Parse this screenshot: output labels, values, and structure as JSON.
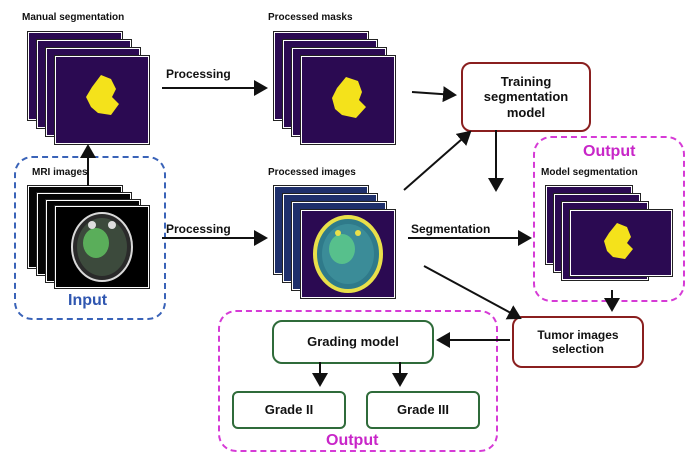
{
  "labels": {
    "manual_segmentation": "Manual segmentation",
    "processed_masks": "Processed masks",
    "mri_images": "MRI images",
    "processed_images": "Processed images",
    "model_segmentation": "Model segmentation",
    "processing_top": "Processing",
    "processing_bottom": "Processing",
    "segmentation": "Segmentation"
  },
  "boxes": {
    "training_model": "Training segmentation model",
    "tumor_selection": "Tumor images selection",
    "grading_model": "Grading model",
    "grade_2": "Grade II",
    "grade_3": "Grade III"
  },
  "groups": {
    "input": "Input",
    "output_top": "Output",
    "output_bottom": "Output"
  },
  "colors": {
    "input_border": "#3a63b8",
    "output_border": "#d63bd6",
    "red_box_border": "#8a1f1f",
    "green_box_border": "#2f6b3a",
    "mask_background": "#2b0a52",
    "tumor_mask": "#f4e21b"
  }
}
